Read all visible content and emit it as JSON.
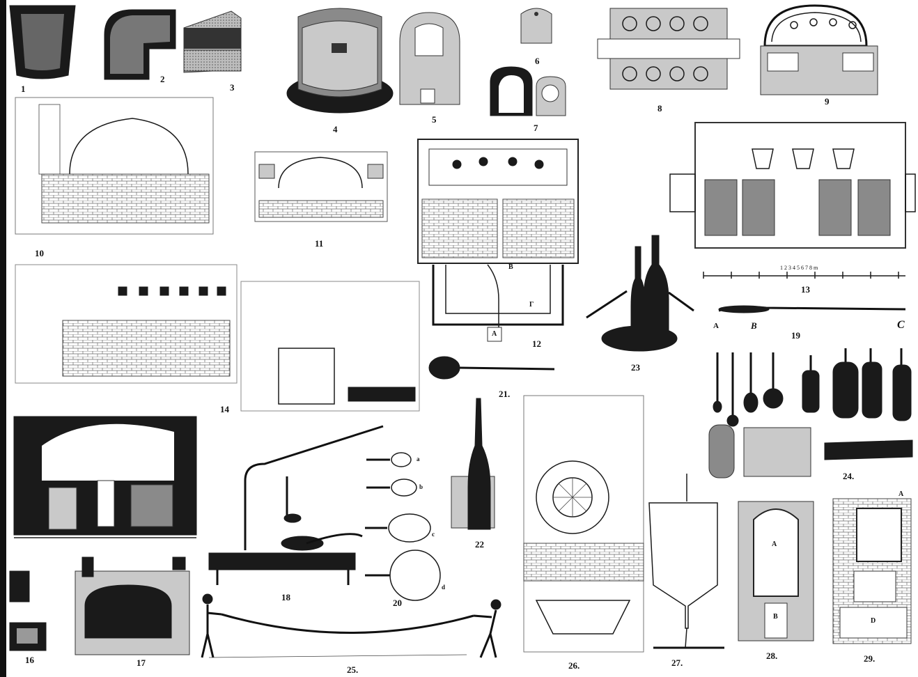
{
  "plate": {
    "figure_numbers": [
      "1",
      "2",
      "3",
      "4",
      "5",
      "6",
      "7",
      "8",
      "9",
      "10",
      "11",
      "12",
      "13",
      "14",
      "16",
      "17",
      "18",
      "19",
      "20",
      "21",
      "22",
      "23",
      "24",
      "25",
      "26",
      "27",
      "28",
      "29"
    ],
    "fig18_label": "18",
    "fig20_label": "20",
    "fig21_label": "21.",
    "fig22_label": "22",
    "fig23_label": "23",
    "fig24_label": "24.",
    "fig25_label": "25.",
    "fig26_label": "26.",
    "fig27_label": "27.",
    "fig28_label": "28.",
    "fig29_label": "29.",
    "fig19_letters": [
      "A",
      "B",
      "C"
    ],
    "fig20_letters": [
      "a",
      "b",
      "c",
      "d"
    ],
    "fig12_letters": [
      "A",
      "B",
      "Г"
    ],
    "fig28_letters": [
      "A",
      "B"
    ],
    "fig29_letters": [
      "A",
      "D"
    ],
    "fig13_scale": "1 2 3 4 5 6 7 8 m"
  }
}
